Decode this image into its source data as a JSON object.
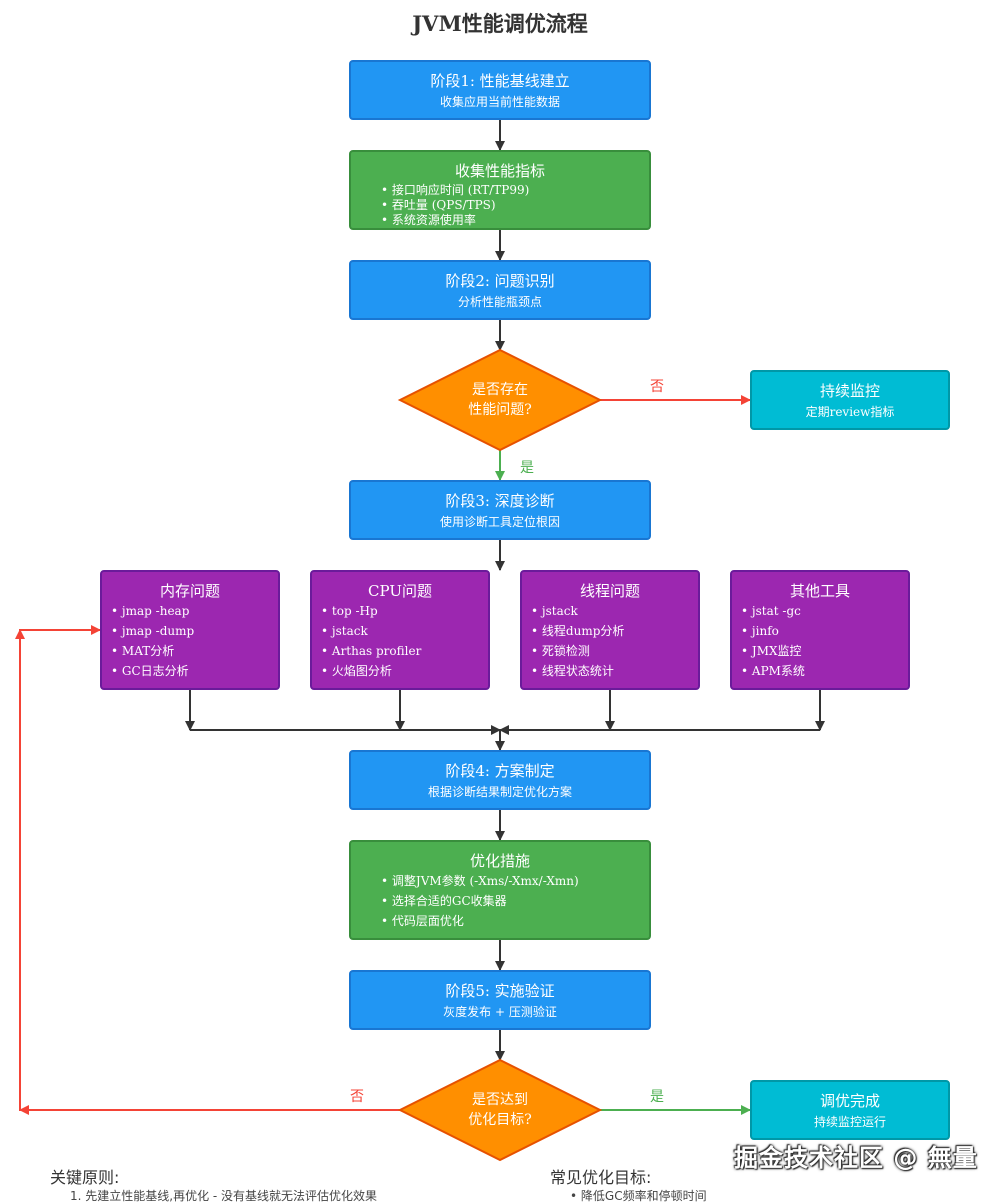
{
  "title": "JVM性能调优流程",
  "colors": {
    "phase": "#2196f3",
    "task": "#4caf50",
    "decision": "#ff8f00",
    "tool": "#9c27b0",
    "terminal": "#00bcd4",
    "yes_edge": "#4caf50",
    "no_edge": "#f44336",
    "arrow": "#333333"
  },
  "nodes": {
    "phase1": {
      "title": "阶段1: 性能基线建立",
      "subtitle": "收集应用当前性能数据"
    },
    "collect": {
      "title": "收集性能指标",
      "items": [
        "接口响应时间 (RT/TP99)",
        "吞吐量 (QPS/TPS)",
        "系统资源使用率"
      ]
    },
    "phase2": {
      "title": "阶段2: 问题识别",
      "subtitle": "分析性能瓶颈点"
    },
    "decision1": {
      "line1": "是否存在",
      "line2": "性能问题?"
    },
    "monitor": {
      "title": "持续监控",
      "subtitle": "定期review指标"
    },
    "phase3": {
      "title": "阶段3: 深度诊断",
      "subtitle": "使用诊断工具定位根因"
    },
    "memory": {
      "title": "内存问题",
      "items": [
        "jmap -heap",
        "jmap -dump",
        "MAT分析",
        "GC日志分析"
      ]
    },
    "cpu": {
      "title": "CPU问题",
      "items": [
        "top -Hp",
        "jstack",
        "Arthas profiler",
        "火焰图分析"
      ]
    },
    "thread": {
      "title": "线程问题",
      "items": [
        "jstack",
        "线程dump分析",
        "死锁检测",
        "线程状态统计"
      ]
    },
    "other": {
      "title": "其他工具",
      "items": [
        "jstat -gc",
        "jinfo",
        "JMX监控",
        "APM系统"
      ]
    },
    "phase4": {
      "title": "阶段4: 方案制定",
      "subtitle": "根据诊断结果制定优化方案"
    },
    "optimize": {
      "title": "优化措施",
      "items": [
        "调整JVM参数 (-Xms/-Xmx/-Xmn)",
        "选择合适的GC收集器",
        "代码层面优化"
      ]
    },
    "phase5": {
      "title": "阶段5: 实施验证",
      "subtitle": "灰度发布 + 压测验证"
    },
    "decision2": {
      "line1": "是否达到",
      "line2": "优化目标?"
    },
    "done": {
      "title": "调优完成",
      "subtitle": "持续监控运行"
    }
  },
  "edge_labels": {
    "d1_no": "否",
    "d1_yes": "是",
    "d2_no": "否",
    "d2_yes": "是"
  },
  "notes": {
    "principles_title": "关键原则:",
    "principles_first": "1. 先建立性能基线,再优化 - 没有基线就无法评估优化效果",
    "goals_title": "常见优化目标:",
    "goals_first": "• 降低GC频率和停顿时间"
  },
  "watermark": "掘金技术社区 @ 無量"
}
